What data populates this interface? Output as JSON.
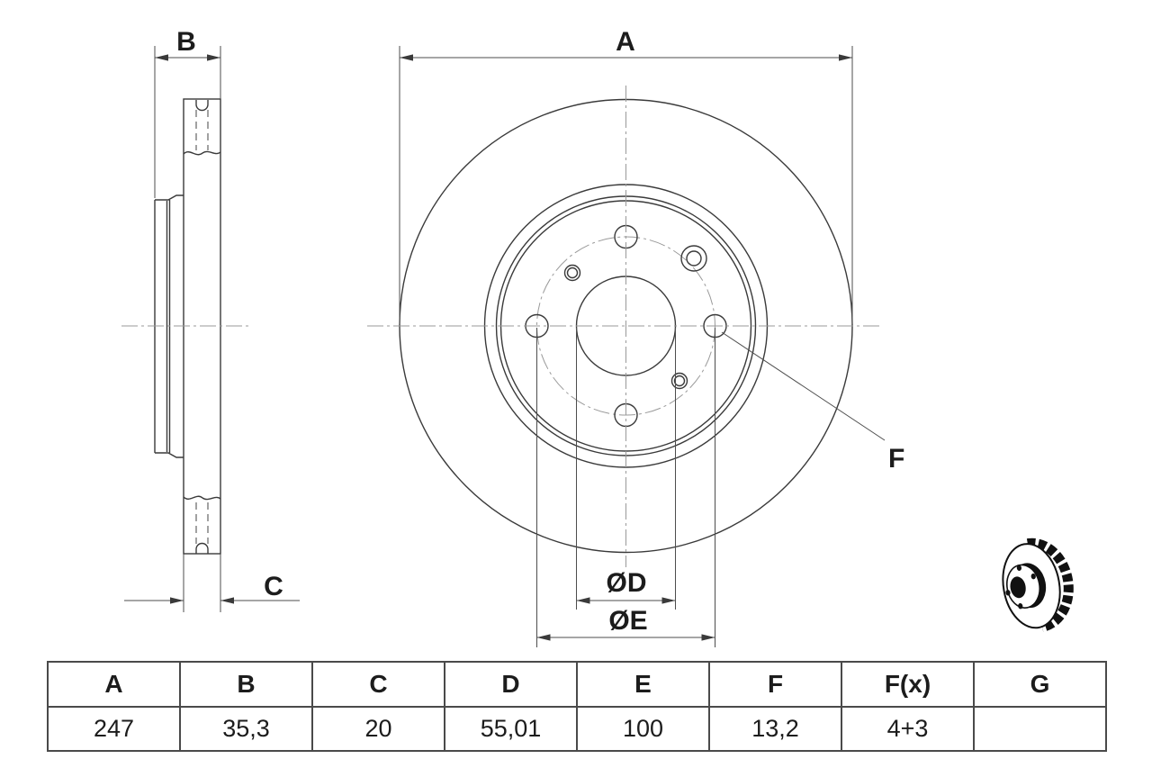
{
  "drawing": {
    "dimension_labels": {
      "a": "A",
      "b": "B",
      "c": "C",
      "d": "ØD",
      "e": "ØE",
      "f": "F"
    },
    "palette": {
      "ink": "#3a3a3a",
      "hidden_line": "#555555",
      "centerline": "#999999",
      "icon_black": "#111111",
      "background": "#ffffff",
      "table_border": "#4a4a4a"
    },
    "icons": {
      "brake_disc_3d": "vented-brake-disc-3d-icon"
    }
  },
  "table": {
    "headers": [
      "A",
      "B",
      "C",
      "D",
      "E",
      "F",
      "F(x)",
      "G"
    ],
    "values": [
      "247",
      "35,3",
      "20",
      "55,01",
      "100",
      "13,2",
      "4+3",
      ""
    ]
  }
}
